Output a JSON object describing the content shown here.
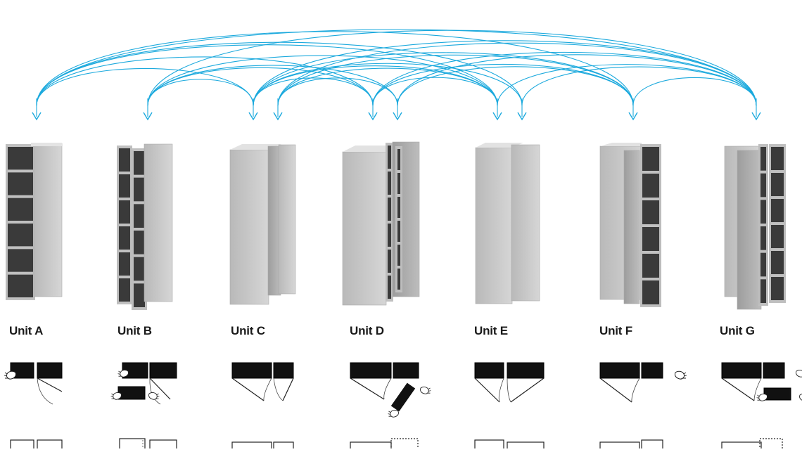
{
  "diagram": {
    "arc_color": "#1ba9dd",
    "unit_fill_light": "#c8c8c8",
    "unit_fill_dark": "#3a3a3a",
    "plan_fill": "#111111",
    "units": [
      {
        "label": "Unit A"
      },
      {
        "label": "Unit B"
      },
      {
        "label": "Unit C"
      },
      {
        "label": "Unit D"
      },
      {
        "label": "Unit E"
      },
      {
        "label": "Unit F"
      },
      {
        "label": "Unit G"
      }
    ]
  }
}
